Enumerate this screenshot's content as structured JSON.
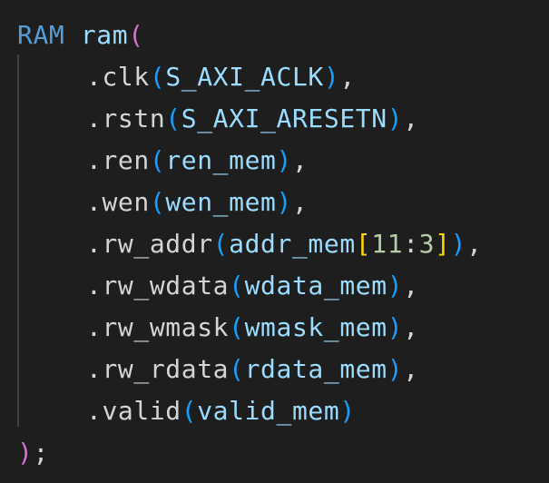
{
  "colors": {
    "background": "#1e1e1e",
    "text": "#d4d4d4",
    "keyword": "#569cd6",
    "identifier": "#9cdcfe",
    "number": "#b5cea8",
    "bracket_depth1": "#da70d6",
    "bracket_depth2": "#179fff",
    "bracket_depth3": "#ffd700",
    "indent_guide": "#404040"
  },
  "code": {
    "module_type": "RAM",
    "instance_name": "ram",
    "open_paren": "(",
    "close": ");",
    "ports": [
      {
        "port": ".clk",
        "signal": "S_AXI_ACLK",
        "sep": ","
      },
      {
        "port": ".rstn",
        "signal": "S_AXI_ARESETN",
        "sep": ","
      },
      {
        "port": ".ren",
        "signal": "ren_mem",
        "sep": ","
      },
      {
        "port": ".wen",
        "signal": "wen_mem",
        "sep": ","
      },
      {
        "port": ".rw_addr",
        "signal": "addr_mem",
        "index_open": "[",
        "index_hi": "11",
        "index_colon": ":",
        "index_lo": "3",
        "index_close": "]",
        "sep": ","
      },
      {
        "port": ".rw_wdata",
        "signal": "wdata_mem",
        "sep": ","
      },
      {
        "port": ".rw_wmask",
        "signal": "wmask_mem",
        "sep": ","
      },
      {
        "port": ".rw_rdata",
        "signal": "rdata_mem",
        "sep": ","
      },
      {
        "port": ".valid",
        "signal": "valid_mem",
        "sep": ""
      }
    ]
  }
}
